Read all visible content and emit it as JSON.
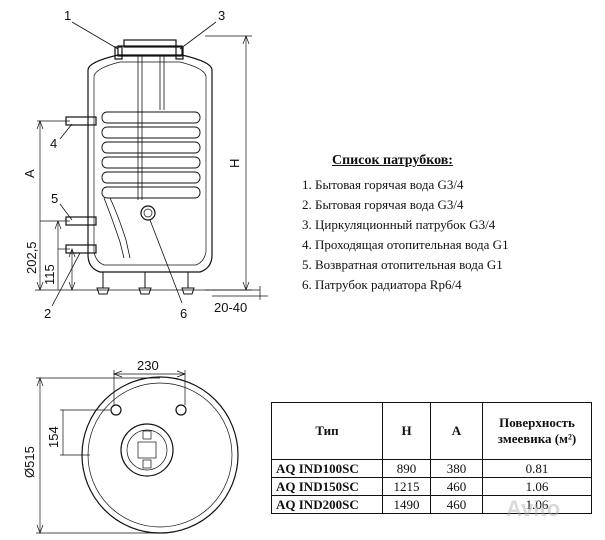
{
  "callouts": [
    "1",
    "2",
    "3",
    "4",
    "5",
    "6"
  ],
  "dimensions": {
    "H": "H",
    "A": "A",
    "d202_5": "202,5",
    "d115": "115",
    "d20_40": "20-40",
    "d230": "230",
    "d154": "154",
    "d515": "Ø515"
  },
  "fittings": {
    "title": "Список патрубков:",
    "items": [
      "1. Бытовая горячая вода G3/4",
      "2. Бытовая горячая вода G3/4",
      "3. Циркуляционный патрубок G3/4",
      "4. Проходящая отопительная вода G1",
      "5. Возвратная отопительная вода G1",
      "6. Патрубок радиатора Rp6/4"
    ]
  },
  "table": {
    "headers": [
      "Тип",
      "H",
      "A",
      "Поверхность змеевика (м²)"
    ],
    "rows": [
      [
        "AQ IND100SC",
        "890",
        "380",
        "0.81"
      ],
      [
        "AQ IND150SC",
        "1215",
        "460",
        "1.06"
      ],
      [
        "AQ IND200SC",
        "1490",
        "460",
        "1.06"
      ]
    ]
  },
  "watermark": "Avito"
}
